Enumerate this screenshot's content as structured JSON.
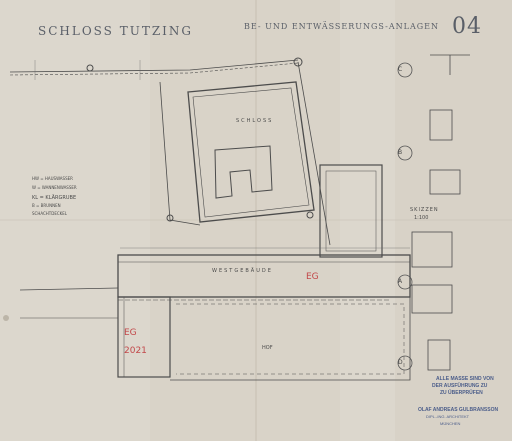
{
  "header": {
    "title_left": "SCHLOSS TUTZING",
    "title_center": "BE- UND ENTWÄSSERUNGS-ANLAGEN",
    "sheet_number": "04"
  },
  "legend": [
    {
      "label": "HW = HAUSWASSER"
    },
    {
      "label": "W = WANNENWASSER"
    },
    {
      "label": "KL = KLÄRGRUBE"
    },
    {
      "label": "B = BRUNNEN"
    },
    {
      "label": "SCHACHTDECKEL"
    }
  ],
  "buildings": {
    "schloss": "SCHLOSS",
    "west": "WESTGEBÄUDE",
    "hof": "HOF"
  },
  "sketches": {
    "title": "SKIZZEN",
    "scale": "1:100",
    "markers": [
      "C",
      "B",
      "A",
      "D"
    ]
  },
  "annotations": {
    "red_1": "EG",
    "red_2": "EG",
    "red_3": "2021"
  },
  "stamp": {
    "line1": "ALLE MASSE SIND VON",
    "line2": "DER AUSFÜHRUNG ZU",
    "line3": "ZU ÜBERPRÜFEN",
    "office_1": "OLAF ANDREAS GULBRANSSON",
    "office_2": "DIPL.-ING. ARCHITEKT",
    "office_3": "MÜNCHEN"
  },
  "colors": {
    "paper": "#dcd7cd",
    "ink": "#4a4a4a",
    "red": "#c2484a",
    "stamp": "#4b5d8a"
  }
}
